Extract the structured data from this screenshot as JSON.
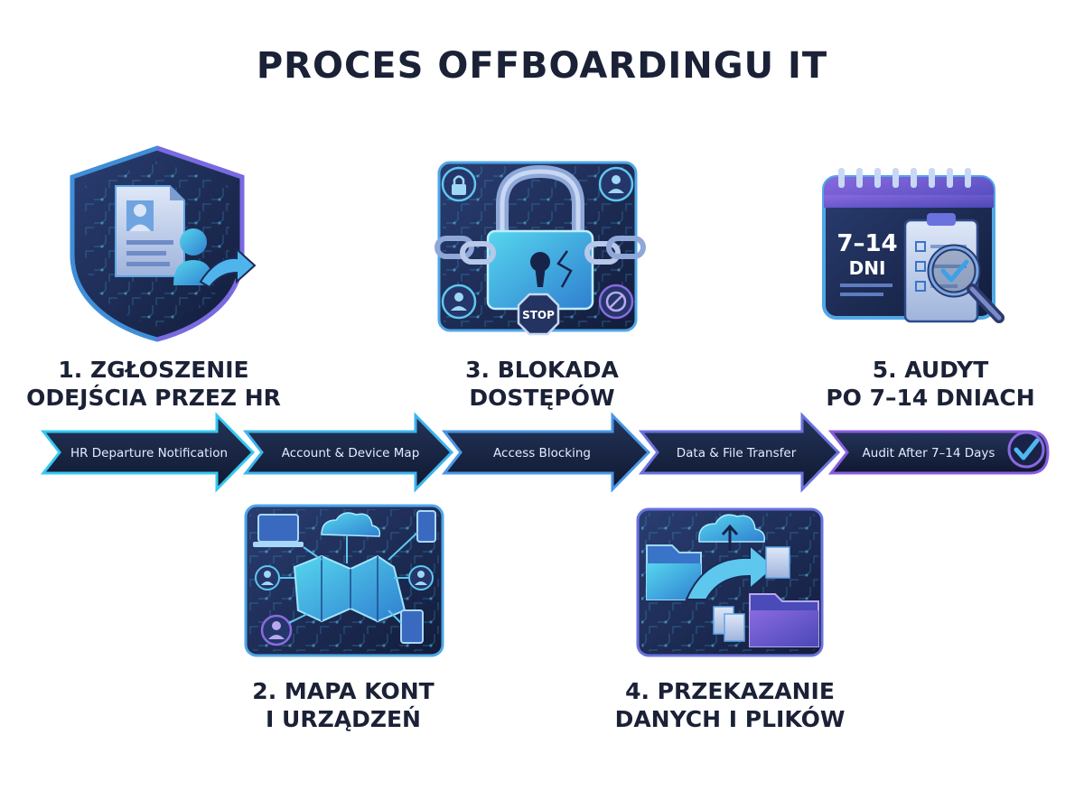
{
  "title": "PROCES OFFBOARDINGU IT",
  "steps": [
    {
      "label_lines": [
        "1. ZGŁOSZENIE",
        "ODEJŚCIA PRZEZ HR"
      ],
      "arrow_text": "HR Departure Notification"
    },
    {
      "label_lines": [
        "2. MAPA KONT",
        "I URZĄDZEŃ"
      ],
      "arrow_text": "Account & Device Map"
    },
    {
      "label_lines": [
        "3. BLOKADA",
        "DOSTĘPÓW"
      ],
      "arrow_text": "Access Blocking",
      "icon_text": "STOP"
    },
    {
      "label_lines": [
        "4. PRZEKAZANIE",
        "DANYCH I PLIKÓW"
      ],
      "arrow_text": "Data & File Transfer"
    },
    {
      "label_lines": [
        "5. AUDYT",
        "PO 7–14 DNIACH"
      ],
      "arrow_text": "Audit After 7–14 Days",
      "icon_text_lines": [
        "7–14",
        "DNI"
      ]
    }
  ],
  "icons": [
    "shield-document-user-icon",
    "device-account-map-icon",
    "padlock-broken-chain-icon",
    "folder-cloud-transfer-icon",
    "calendar-checklist-magnifier-icon",
    "checkmark-circle-icon"
  ],
  "colors": {
    "navy": "#1b2136",
    "arrow_dark": "#14203d",
    "cyan": "#35c8f0",
    "purple": "#7a5ad8",
    "arrow_text": "#e4ecff"
  }
}
